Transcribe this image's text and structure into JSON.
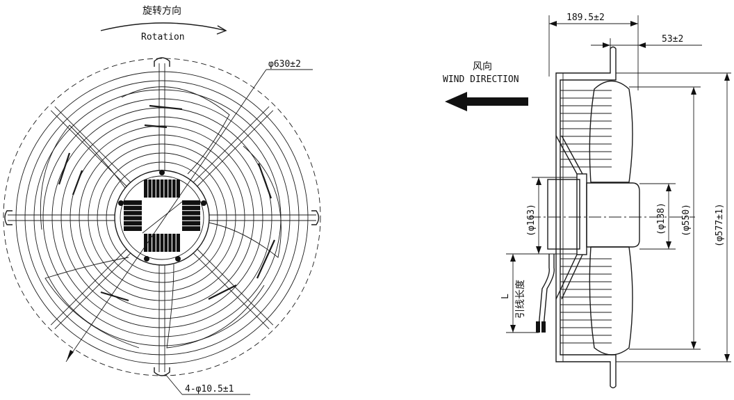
{
  "front_view": {
    "rotation_cn": "旋转方向",
    "rotation_en": "Rotation",
    "dim_outer_diameter": "φ630±2",
    "dim_mount_holes": "4-φ10.5±1"
  },
  "side_view": {
    "wind_cn": "风向",
    "wind_en": "WIND DIRECTION",
    "dim_depth": "189.5±2",
    "dim_flange": "53±2",
    "dim_hub": "(φ163)",
    "dim_motor": "(φ138)",
    "dim_blade": "(φ550)",
    "dim_guard": "(φ577±1)",
    "lead_label": "L",
    "lead_cn": "引线长度"
  }
}
